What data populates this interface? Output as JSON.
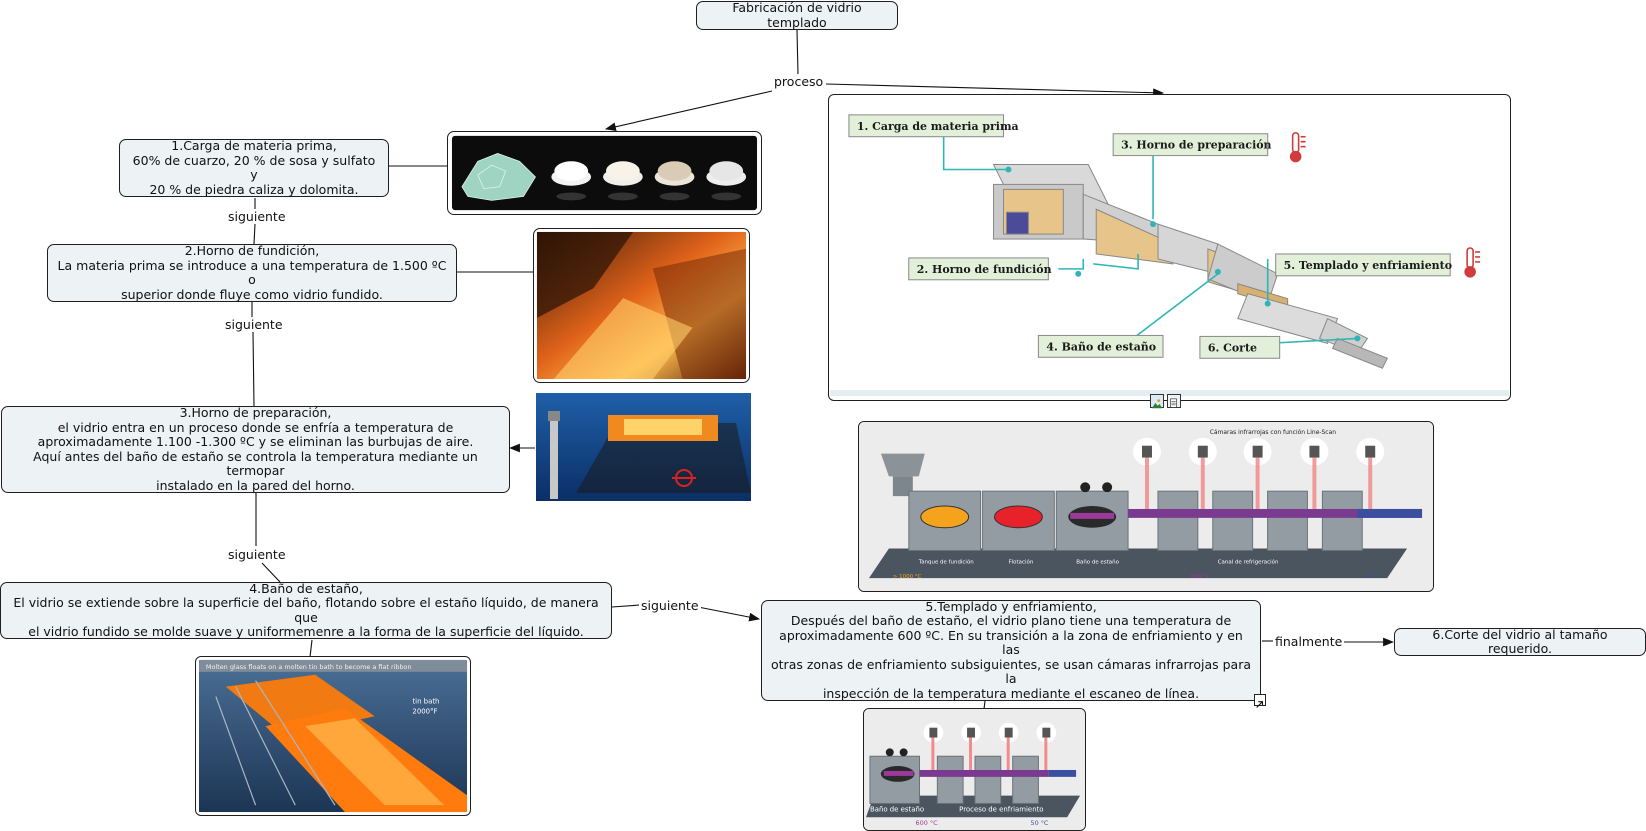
{
  "nodes": {
    "root": "Fabricación de vidrio templado",
    "n1": "1.Carga de materia prima,\n60% de cuarzo, 20 % de sosa y sulfato y\n20 % de piedra caliza y dolomita.",
    "n2": "2.Horno de fundición,\nLa materia prima se introduce a una temperatura de 1.500 ºC o\nsuperior donde fluye como vidrio fundido.",
    "n3": "3.Horno de preparación,\nel vidrio entra en un proceso donde se enfría a temperatura de\naproximadamente 1.100 -1.300 ºC y se eliminan las burbujas de aire.\nAquí antes del baño de estaño se controla la temperatura mediante un termopar\ninstalado en la pared del horno.",
    "n4": "4.Baño de estaño,\nEl vidrio se extiende sobre la superficie del baño, flotando sobre el estaño líquido, de manera que\nel vidrio fundido se molde suave y uniformemenre a la forma de la superficie del líquido.",
    "n5": "5.Templado y enfriamiento,\nDespués del baño de estaño, el vidrio plano tiene una temperatura de\naproximadamente 600 ºC. En su transición a la zona de enfriamiento y en las\notras zonas de enfriamiento subsiguientes, se usan cámaras infrarrojas para la\ninspección de la temperatura mediante el escaneo de línea.",
    "n6": "6.Corte del vidrio al tamaño requerido."
  },
  "links": {
    "proceso": "proceso",
    "siguiente1": "siguiente",
    "siguiente2": "siguiente",
    "siguiente3": "siguiente",
    "siguiente4": "siguiente",
    "finalmente": "finalmente"
  },
  "process_diagram": {
    "step1": "1. Carga de materia prima",
    "step2": "2. Horno de fundición",
    "step3": "3. Horno de preparación",
    "step4": "4. Baño de estaño",
    "step5": "5. Templado y enfriamiento",
    "step6": "6. Corte"
  },
  "infrared_diagram": {
    "title": "Cámaras infrarrojas con función Line-Scan",
    "zone1": "Tanque de fundición",
    "zone2": "Flotación",
    "zone3": "Baño de estaño",
    "zone4": "Canal de refrigeración",
    "temp1": "> 1000 °C",
    "temp2": "600 °C",
    "temp3": "50 °C"
  },
  "tin_bath_image": {
    "caption": "Molten glass floats on a molten tin bath to become a flat ribbon",
    "label1": "tin bath",
    "label2": "2000°F"
  },
  "cooling_diagram": {
    "zone1": "Baño de estaño",
    "zone2": "Proceso de enfriamiento",
    "temp1": "600 °C",
    "temp2": "50 °C"
  },
  "colors": {
    "node_fill": "#edf2f4",
    "border": "#1f1f1f",
    "step_label_fill": "#e2efd9",
    "teal": "#2fb5b5",
    "thermometer": "#d23b3b"
  },
  "icons": [
    "image-icon",
    "notes-icon",
    "link-arrow-icon",
    "thermometer-icon"
  ]
}
